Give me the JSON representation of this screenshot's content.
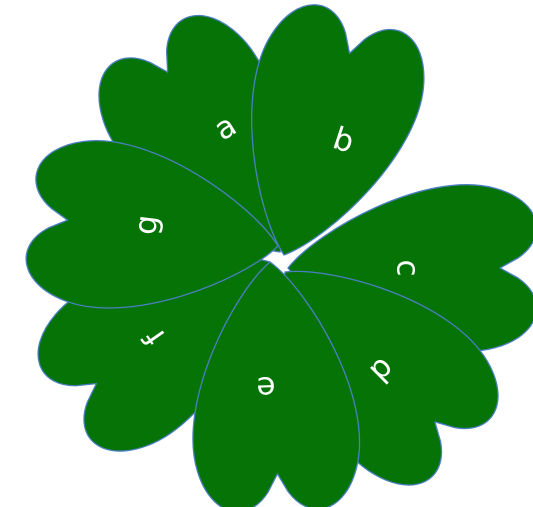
{
  "colors": {
    "petal_fill": "#067306",
    "petal_stroke": "#4a7fc0",
    "label_color": "#ffffff",
    "background": "#ffffff"
  },
  "petals": [
    {
      "label": "a"
    },
    {
      "label": "b"
    },
    {
      "label": "c"
    },
    {
      "label": "d"
    },
    {
      "label": "e"
    },
    {
      "label": "f"
    },
    {
      "label": "g"
    }
  ]
}
